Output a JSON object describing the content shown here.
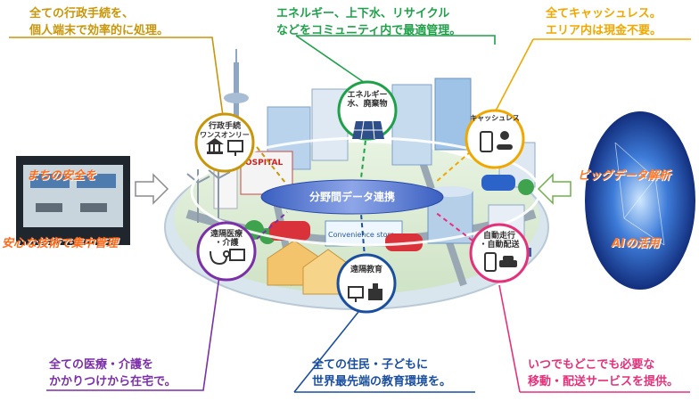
{
  "callouts": {
    "admin": {
      "line1": "全ての行政手続を、",
      "line2": "個人端末で効率的に処理。",
      "color": "#c8960a"
    },
    "energy": {
      "line1": "エネルギー、上下水、リサイクル",
      "line2": "などをコミュニティ内で最適管理。",
      "color": "#1fa14a"
    },
    "cashless": {
      "line1": "全てキャッシュレス。",
      "line2": "エリア内は現金不要。",
      "color": "#f0a800"
    },
    "medical": {
      "line1": "全ての医療・介護を",
      "line2": "かかりつけから在宅で。",
      "color": "#7b2fa8"
    },
    "education": {
      "line1": "全ての住民・子どもに",
      "line2": "世界最先端の教育環境を。",
      "color": "#1a4fa0"
    },
    "mobility": {
      "line1": "いつでもどこでも必要な",
      "line2": "移動・配送サービスを提供。",
      "color": "#e5317a"
    }
  },
  "circles": {
    "admin": {
      "line1": "行政手続",
      "line2": "ワンスオンリー",
      "color": "#c8960a"
    },
    "energy": {
      "line1": "エネルギー",
      "line2": "水、廃棄物",
      "color": "#1fa14a"
    },
    "cashless": {
      "line1": "キャッシュレス",
      "color": "#f0a800"
    },
    "medical": {
      "line1": "遠隔医療",
      "line2": "・介護",
      "color": "#7b2fa8"
    },
    "education": {
      "line1": "遠隔教育",
      "color": "#1a4fa0"
    },
    "mobility": {
      "line1": "自動走行",
      "line2": "・自動配送",
      "color": "#e5317a"
    }
  },
  "center_label": "分野間データ連携",
  "left_panel": {
    "line1": "まちの安全を",
    "line2": "安心な技術で集中管理"
  },
  "right_panel": {
    "line1": "ビッグデータ解析",
    "line2": "AIの活用"
  },
  "building_signs": {
    "hospital": "OSPITAL",
    "store": "Convenience store"
  }
}
